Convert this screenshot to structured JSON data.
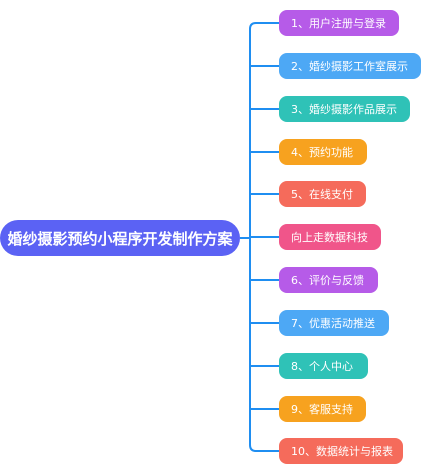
{
  "root": {
    "label": "婚纱摄影预约小程序开发制作方案",
    "color": "#5b62f4"
  },
  "line_color": "#1f8ef1",
  "branches": [
    {
      "label": "1、用户注册与登录",
      "color": "#b65be8"
    },
    {
      "label": "2、婚纱摄影工作室展示",
      "color": "#4da8f5"
    },
    {
      "label": "3、婚纱摄影作品展示",
      "color": "#2fc2b7"
    },
    {
      "label": "4、预约功能",
      "color": "#f7a21f"
    },
    {
      "label": "5、在线支付",
      "color": "#f56b5b"
    },
    {
      "label": "向上走数据科技",
      "color": "#f0558a"
    },
    {
      "label": "6、评价与反馈",
      "color": "#b65be8"
    },
    {
      "label": "7、优惠活动推送",
      "color": "#4da8f5"
    },
    {
      "label": "8、个人中心",
      "color": "#2fc2b7"
    },
    {
      "label": "9、客服支持",
      "color": "#f7a21f"
    },
    {
      "label": "10、数据统计与报表",
      "color": "#f56b5b"
    }
  ]
}
